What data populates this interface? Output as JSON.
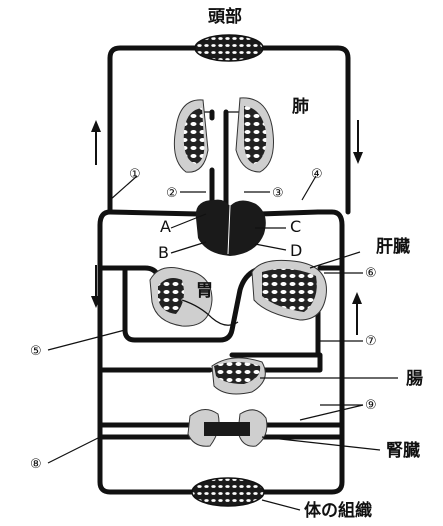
{
  "labels": {
    "head": "頭部",
    "lung": "肺",
    "liver": "肝臓",
    "stomach": "胃",
    "intestine": "腸",
    "kidney": "腎臓",
    "body_tissue": "体の組織",
    "heart_a": "A",
    "heart_b": "B",
    "heart_c": "C",
    "heart_d": "D"
  },
  "vessel_numbers": [
    "①",
    "②",
    "③",
    "④",
    "⑤",
    "⑥",
    "⑦",
    "⑧",
    "⑨"
  ]
}
